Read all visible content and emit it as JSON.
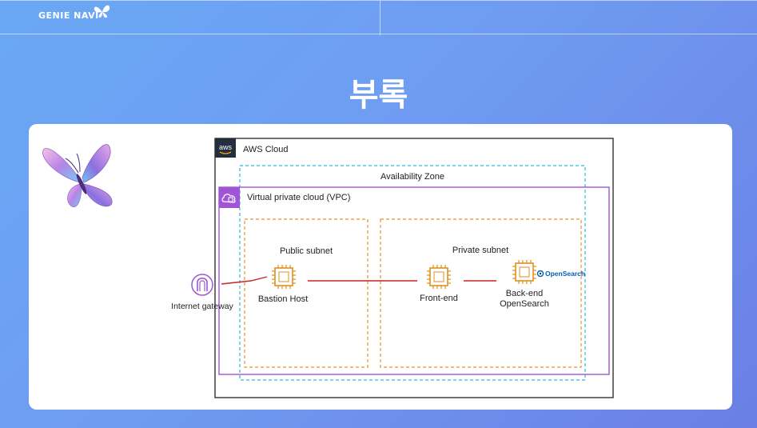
{
  "header": {
    "brand": "GENIE NAVI"
  },
  "page": {
    "title": "부록"
  },
  "diagram": {
    "aws_badge": "aws",
    "aws_cloud": "AWS Cloud",
    "availability_zone": "Availability Zone",
    "vpc": "Virtual private cloud (VPC)",
    "public_subnet": "Public subnet",
    "private_subnet": "Private subnet",
    "internet_gateway": "Internet gateway",
    "bastion_host": "Bastion Host",
    "front_end": "Front-end",
    "backend_line1": "Back-end",
    "backend_line2": "OpenSearch",
    "opensearch_logo": "OpenSearch"
  },
  "colors": {
    "aws_border": "#222222",
    "az_border": "#2fb8d8",
    "vpc": "#9f55d6",
    "subnet": "#e8902a",
    "chip": "#e0901c",
    "link": "#cc2222",
    "opensearch": "#005eb8"
  },
  "icons": [
    "butterfly-icon",
    "aws-logo-icon",
    "vpc-cloud-icon",
    "internet-gateway-icon",
    "ec2-chip-icon",
    "opensearch-logo-icon"
  ]
}
